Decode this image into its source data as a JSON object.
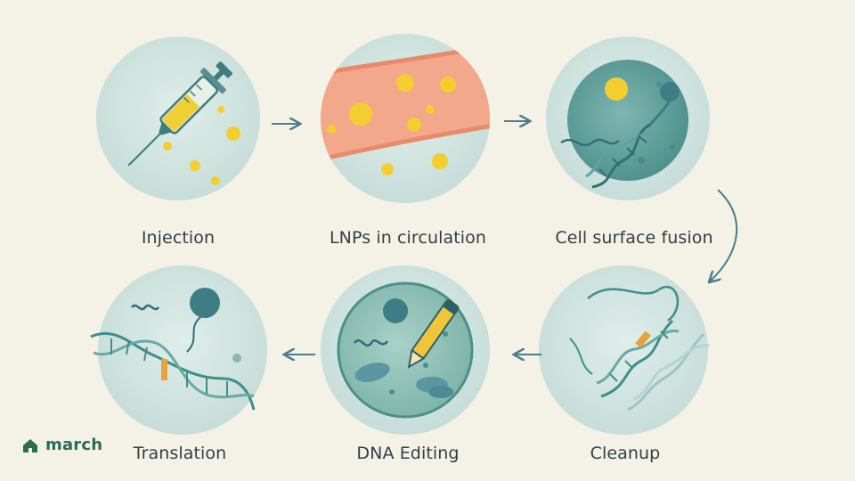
{
  "steps": [
    {
      "id": "injection",
      "label": "Injection"
    },
    {
      "id": "lnps",
      "label": "LNPs in circulation"
    },
    {
      "id": "fusion",
      "label": "Cell surface fusion"
    },
    {
      "id": "cleanup",
      "label": "Cleanup"
    },
    {
      "id": "editing",
      "label": "DNA Editing"
    },
    {
      "id": "translation",
      "label": "Translation"
    }
  ],
  "brand": {
    "name": "march"
  },
  "colors": {
    "background": "#f4f1e6",
    "circle": "#cfe2de",
    "arrow": "#4b7d8c",
    "teal": "#3f8e8c",
    "dna_accent": "#e8a23a",
    "lnp": "#f2cf2e",
    "vessel": "#f0a285",
    "logo": "#2c6b58"
  }
}
